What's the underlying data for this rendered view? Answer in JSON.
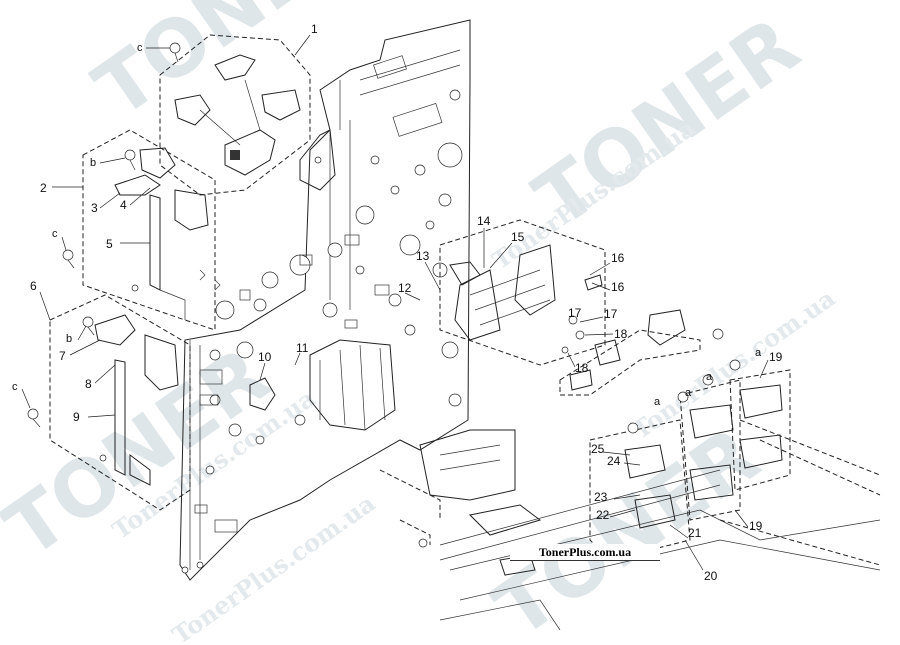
{
  "watermark": {
    "brand": "TONER",
    "url": "TonerPlus.com.ua"
  },
  "site_label": "TonerPlus.com.ua",
  "callouts": [
    "1",
    "2",
    "3",
    "4",
    "5",
    "6",
    "7",
    "8",
    "9",
    "10",
    "11",
    "12",
    "13",
    "14",
    "15",
    "16",
    "16",
    "17",
    "17",
    "18",
    "18",
    "19",
    "19",
    "20",
    "21",
    "22",
    "23",
    "24",
    "25"
  ],
  "letters": [
    "c",
    "b",
    "c",
    "b",
    "c",
    "a",
    "a",
    "a",
    "a"
  ]
}
